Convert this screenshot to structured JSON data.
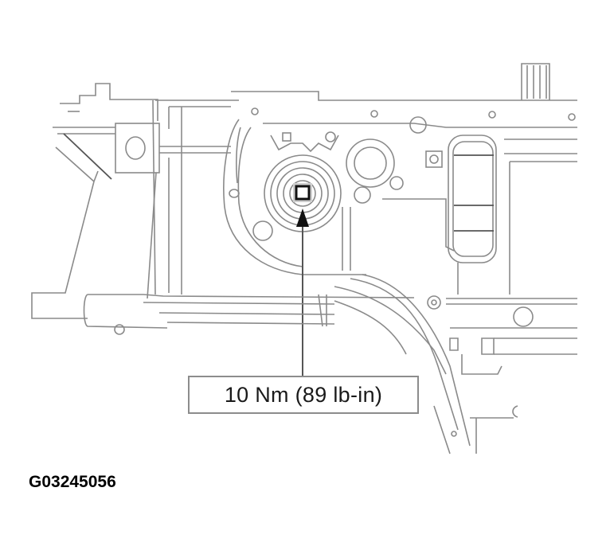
{
  "diagram": {
    "subject": "transmission valve body / case assembly line drawing",
    "fastener": {
      "icon": "bolt-head-icon",
      "indicator": "arrow-up-icon"
    },
    "callout": {
      "torque_label": "10 Nm (89 lb-in)"
    },
    "figure_id": "G03245056",
    "colors": {
      "line": "#8a8a8a",
      "text": "#1a1a1a",
      "background": "#ffffff"
    }
  }
}
